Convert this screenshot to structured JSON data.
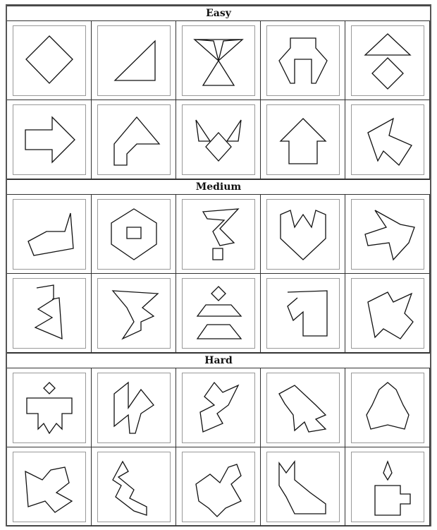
{
  "sections": [
    {
      "title": "Easy",
      "puzzles": [
        {
          "icon": "diamond-icon"
        },
        {
          "icon": "right-triangle-icon"
        },
        {
          "icon": "bowtie-icon"
        },
        {
          "icon": "bridge-icon"
        },
        {
          "icon": "triangle-over-diamond-icon"
        },
        {
          "icon": "arrow-right-icon"
        },
        {
          "icon": "arrow-up-icon"
        },
        {
          "icon": "cat-face-icon"
        },
        {
          "icon": "house-icon"
        },
        {
          "icon": "abstract-shape-icon"
        }
      ]
    },
    {
      "title": "Medium",
      "puzzles": [
        {
          "icon": "boat-icon"
        },
        {
          "icon": "framed-square-icon"
        },
        {
          "icon": "zigzag-figure-icon"
        },
        {
          "icon": "shield-icon"
        },
        {
          "icon": "airplane-icon"
        },
        {
          "icon": "tall-zigzag-icon"
        },
        {
          "icon": "lightning-icon"
        },
        {
          "icon": "figure-on-platform-icon"
        },
        {
          "icon": "arrow-panel-icon"
        },
        {
          "icon": "blob-icon"
        }
      ]
    },
    {
      "title": "Hard",
      "puzzles": [
        {
          "icon": "person-icon"
        },
        {
          "icon": "m-shape-icon"
        },
        {
          "icon": "snake-icon"
        },
        {
          "icon": "bird-icon"
        },
        {
          "icon": "mountain-icon"
        },
        {
          "icon": "fish-icon"
        },
        {
          "icon": "kangaroo-icon"
        },
        {
          "icon": "rooster-icon"
        },
        {
          "icon": "cat-icon"
        },
        {
          "icon": "candle-icon"
        }
      ]
    }
  ]
}
